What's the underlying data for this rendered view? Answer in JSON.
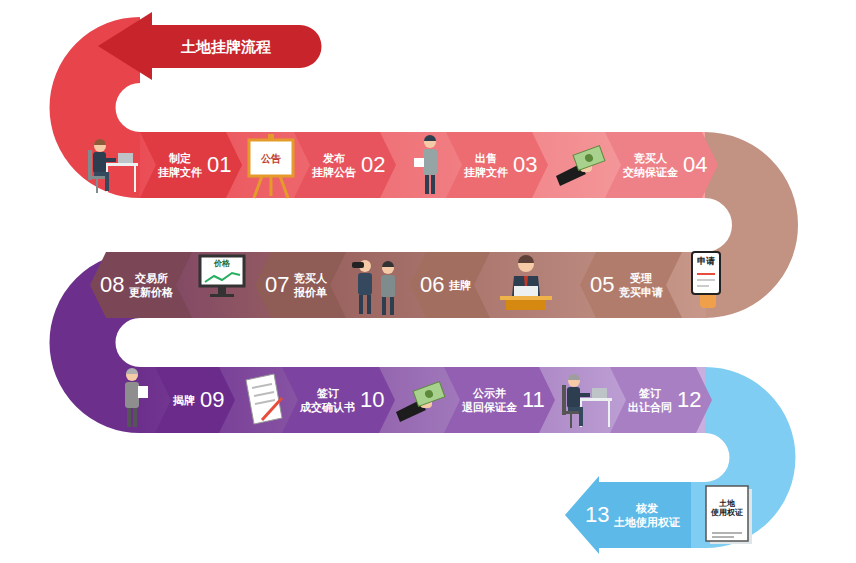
{
  "diagram": {
    "title": "土地挂牌流程",
    "nodes": [
      {
        "text": [
          "制定 挂牌文件",
          "01"
        ]
      },
      {
        "text": [
          "发布 挂牌公告",
          "02"
        ]
      },
      {
        "text": [
          "出售 挂牌文件",
          "03"
        ]
      },
      {
        "text": [
          "竞买人 交纳保证金",
          "04"
        ]
      },
      {
        "text": [
          "受理 竞买申请",
          "05"
        ]
      },
      {
        "text": [
          "挂牌",
          "06"
        ]
      },
      {
        "text": [
          "竞买人 报价单",
          "07"
        ]
      },
      {
        "text": [
          "交易所 更新价格",
          "08"
        ]
      },
      {
        "text": [
          "揭牌",
          "09"
        ]
      },
      {
        "text": [
          "签订 成交确认书",
          "10"
        ]
      },
      {
        "text": [
          "公示并 退回保证金",
          "11"
        ]
      },
      {
        "text": [
          "签订 出让合同",
          "12"
        ]
      },
      {
        "text": [
          "核发 土地使用权证",
          "13"
        ]
      }
    ],
    "labels": [
      "公告",
      "申请",
      "价格",
      "土地 使用权证"
    ]
  }
}
